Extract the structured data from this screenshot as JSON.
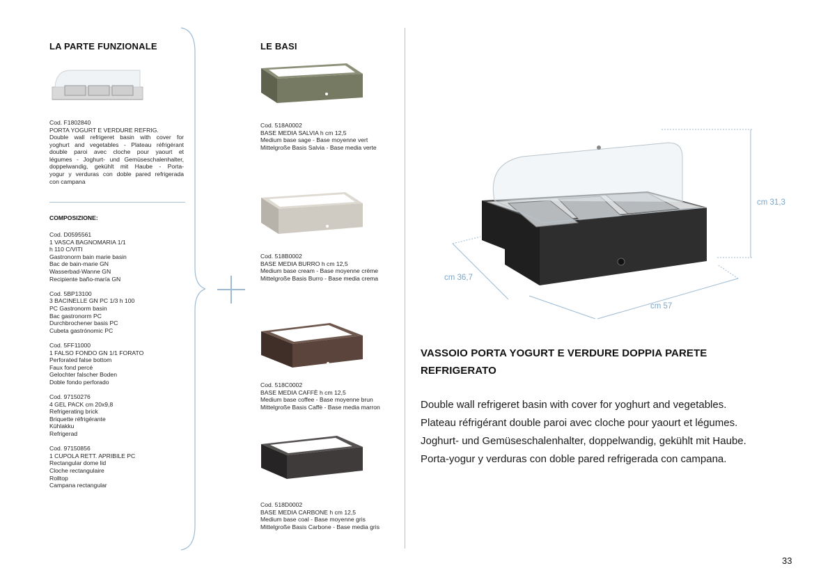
{
  "left": {
    "heading": "LA PARTE FUNZIONALE",
    "product": {
      "lines": [
        "Cod. F1802840",
        "PORTA YOGURT E VERDURE REFRIG.",
        "Double wall refrigeret basin with cover for",
        "yoghurt and vegetables - Plateau réfrigérant",
        "double paroi avec cloche pour yaourt et",
        "légumes - Joghurt- und Gemüseschalenhalter,",
        "doppelwandig, gekühlt mit Haube - Porta-",
        "yogur y verduras con doble pared refrigerada",
        "con campana"
      ]
    },
    "composition_title": "COMPOSIZIONE:",
    "components": [
      [
        "Cod. D0595561",
        "1  VASCA BAGNOMARIA 1/1",
        "h 110 C/VITI",
        "Gastronorm bain marie basin",
        "Bac de bain-marie GN",
        "Wasserbad-Wanne GN",
        "Recipiente baño-maría GN"
      ],
      [
        "Cod. 5BP13100",
        "3  BACINELLE GN PC 1/3 h 100",
        "PC Gastronorm basin",
        "Bac gastronorm PC",
        "Durchbrochener basis PC",
        "Cubeta gastrónomic PC"
      ],
      [
        "Cod. 5FF11000",
        "1  FALSO FONDO GN 1/1 FORATO",
        "Perforated false bottom",
        "Faux fond percé",
        "Gelochter falscher Boden",
        "Doble fondo perforado"
      ],
      [
        "Cod. 97150276",
        "4  GEL PACK cm 20x9,8",
        "Refrigerating brick",
        "Briquette réfrigérante",
        "Kühlakku",
        "Refrigerad"
      ],
      [
        "Cod. 97150856",
        "1  CUPOLA RETT. APRIBILE PC",
        "Rectangular dome lid",
        "Cloche rectangulaire",
        "Rolltop",
        "Campana rectangular"
      ]
    ]
  },
  "plus_sign": "+",
  "middle": {
    "heading": "LE BASI",
    "bases": [
      {
        "lines": [
          "Cod. 518A0002",
          "BASE MEDIA SALVIA h cm 12,5",
          "Medium base sage - Base moyenne vert",
          "Mittelgroße Basis  Salvia - Base media verte"
        ],
        "color": "#777a62"
      },
      {
        "lines": [
          "Cod. 518B0002",
          "BASE  MEDIA BURRO h cm 12,5",
          "Medium base cream - Base moyenne crème",
          "Mittelgroße Basis Burro - Base media crema"
        ],
        "color": "#cfcbc2"
      },
      {
        "lines": [
          "Cod. 518C0002",
          "BASE  MEDIA CAFFÈ h cm 12,5",
          "Medium base coffee - Base moyenne brun",
          "Mittelgroße Basis Caffè - Base media marron"
        ],
        "color": "#5a443b"
      },
      {
        "lines": [
          "Cod. 518D0002",
          "BASE MEDIA CARBONE h cm 12,5",
          "Medium base coal - Base moyenne gris",
          "Mittelgroße Basis Carbone - Base media gris"
        ],
        "color": "#3e3b3a"
      }
    ]
  },
  "right": {
    "dimensions": {
      "height": "cm 31,3",
      "depth": "cm 36,7",
      "width": "cm 57"
    },
    "title_lines": [
      "VASSOIO PORTA YOGURT E VERDURE DOPPIA PARETE",
      "REFRIGERATO"
    ],
    "description_lines": [
      "Double wall refrigeret basin with cover for yoghurt and vegetables.",
      "Plateau réfrigérant double paroi avec cloche pour yaourt  et légumes.",
      "Joghurt- und Gemüseschalenhalter, doppelwandig, gekühlt mit Haube.",
      "Porta-yogur y verduras con doble pared refrigerada con campana."
    ]
  },
  "page_number": "33",
  "colors": {
    "accent_line": "#a9c3d9",
    "dimension_text": "#7aa6c9"
  }
}
